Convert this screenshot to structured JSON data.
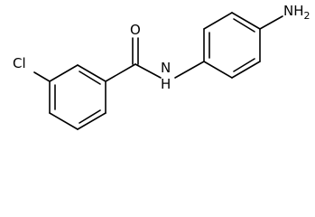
{
  "molecule": {
    "atoms": {
      "oxygen": "O",
      "nitrogen_h": "N",
      "hydrogen_on_n": "H",
      "chlorine": "Cl",
      "amine_n": "NH",
      "amine_sub": "2"
    }
  }
}
